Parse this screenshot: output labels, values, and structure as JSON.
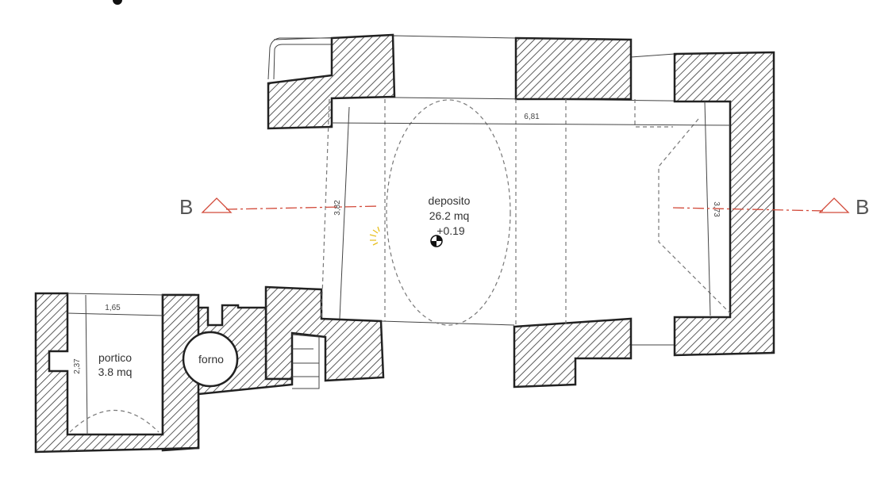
{
  "rooms": {
    "deposito": {
      "name": "deposito",
      "area": "26.2 mq",
      "level": "+0.19"
    },
    "portico": {
      "name": "portico",
      "area": "3.8 mq"
    },
    "forno": {
      "name": "forno"
    }
  },
  "dimensions": {
    "deposito_width": "6,81",
    "deposito_depth_left": "3,82",
    "deposito_depth_right": "3,73",
    "portico_width": "1,65",
    "portico_depth": "2,37"
  },
  "section": {
    "label_left": "B",
    "label_right": "B"
  },
  "colors": {
    "section_line": "#d24a3a",
    "wall": "#222222"
  }
}
